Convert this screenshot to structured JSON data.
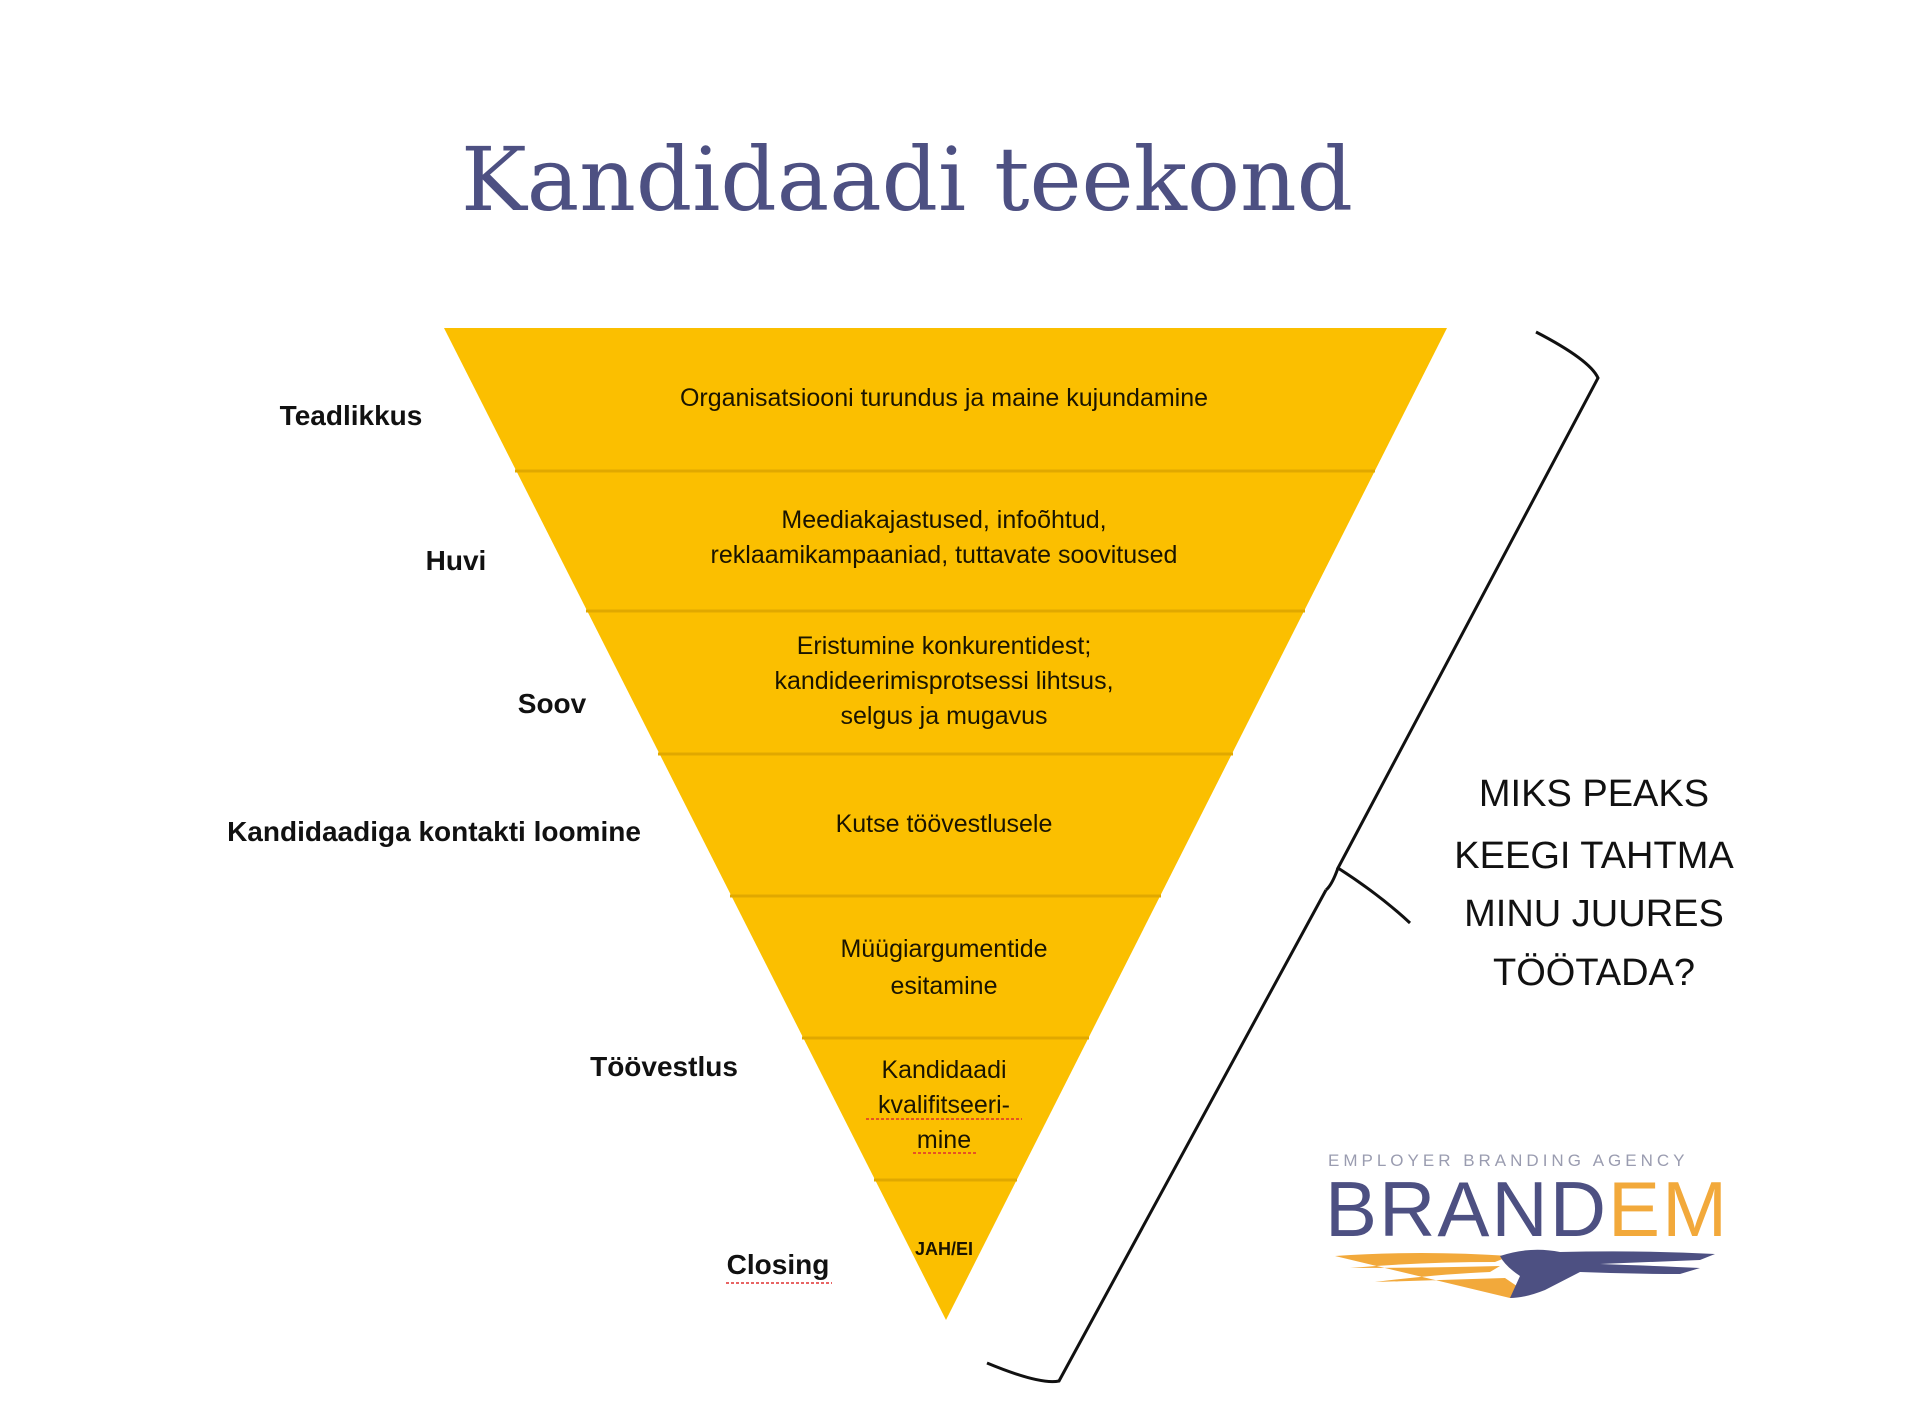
{
  "title": "Kandidaadi teekond",
  "colors": {
    "funnel": "#fbbf00",
    "divider": "#e0a800",
    "title": "#4d5082",
    "logo_blue": "#4d5082",
    "logo_orange": "#f2a93b"
  },
  "stages": [
    "Teadlikkus",
    "Huvi",
    "Soov",
    "Kandidaadiga kontakti loomine",
    "Töövestlus",
    "Closing"
  ],
  "segments": [
    {
      "lines": [
        "Organisatsiooni turundus  ja maine kujundamine"
      ]
    },
    {
      "lines": [
        "Meediakajastused, infoõhtud,",
        "reklaamikampaaniad, tuttavate soovitused"
      ]
    },
    {
      "lines": [
        "Eristumine konkurentidest;",
        "kandideerimisprotsessi lihtsus,",
        "selgus ja mugavus"
      ]
    },
    {
      "lines": [
        "Kutse töövestlusele"
      ]
    },
    {
      "lines": [
        "Müügiargumentide",
        "esitamine"
      ]
    },
    {
      "lines": [
        "Kandidaadi",
        "kvalifitseeri-",
        "mine"
      ]
    },
    {
      "lines": [
        "JAH/EI"
      ]
    }
  ],
  "question": [
    "MIKS PEAKS",
    "KEEGI TAHTMA",
    "MINU JUURES",
    "TÖÖTADA?"
  ],
  "logo": {
    "tagline": "EMPLOYER BRANDING AGENCY",
    "name_part1": "BRAND",
    "name_part2": "EM"
  }
}
